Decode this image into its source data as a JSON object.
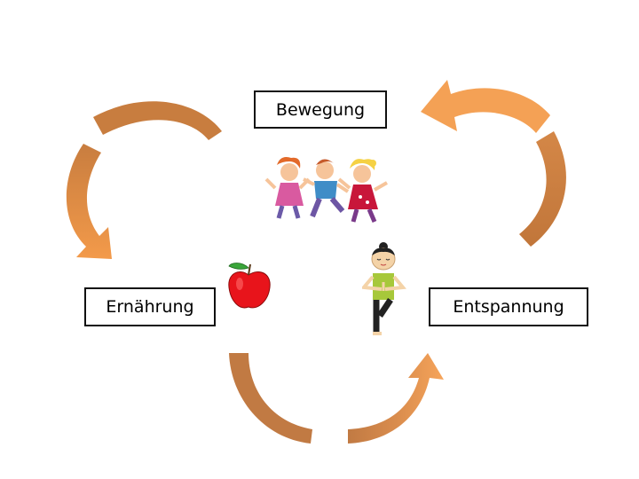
{
  "diagram": {
    "nodes": {
      "top": "Bewegung",
      "left": "Ernährung",
      "right": "Entspannung"
    },
    "arrow_colors": {
      "dark": "#c87d3f",
      "light": "#f4a155"
    },
    "illustrations": {
      "top": "dancing-children-icon",
      "left": "apple-icon",
      "right": "yoga-woman-icon"
    }
  }
}
